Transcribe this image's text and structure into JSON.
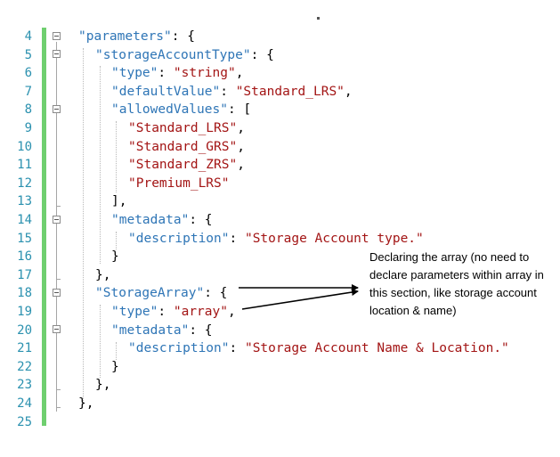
{
  "line_numbers": [
    "4",
    "5",
    "6",
    "7",
    "8",
    "9",
    "10",
    "11",
    "12",
    "13",
    "14",
    "15",
    "16",
    "17",
    "18",
    "19",
    "20",
    "21",
    "22",
    "23",
    "24",
    "25"
  ],
  "code": {
    "l4": {
      "k1": "\"parameters\"",
      "p1": ": {"
    },
    "l5": {
      "k1": "\"storageAccountType\"",
      "p1": ": {"
    },
    "l6": {
      "k1": "\"type\"",
      "p1": ": ",
      "s1": "\"string\"",
      "p2": ","
    },
    "l7": {
      "k1": "\"defaultValue\"",
      "p1": ": ",
      "s1": "\"Standard_LRS\"",
      "p2": ","
    },
    "l8": {
      "k1": "\"allowedValues\"",
      "p1": ": ["
    },
    "l9": {
      "s1": "\"Standard_LRS\"",
      "p1": ","
    },
    "l10": {
      "s1": "\"Standard_GRS\"",
      "p1": ","
    },
    "l11": {
      "s1": "\"Standard_ZRS\"",
      "p1": ","
    },
    "l12": {
      "s1": "\"Premium_LRS\""
    },
    "l13": {
      "p1": "],"
    },
    "l14": {
      "k1": "\"metadata\"",
      "p1": ": {"
    },
    "l15": {
      "k1": "\"description\"",
      "p1": ": ",
      "s1": "\"Storage Account type.\""
    },
    "l16": {
      "p1": "}"
    },
    "l17": {
      "p1": "},"
    },
    "l18": {
      "k1": "\"StorageArray\"",
      "p1": ": {"
    },
    "l19": {
      "k1": "\"type\"",
      "p1": ": ",
      "s1": "\"array\"",
      "p2": ","
    },
    "l20": {
      "k1": "\"metadata\"",
      "p1": ": {"
    },
    "l21": {
      "k1": "\"description\"",
      "p1": ": ",
      "s1": "\"Storage Account Name & Location.\""
    },
    "l22": {
      "p1": "}"
    },
    "l23": {
      "p1": "},"
    },
    "l24": {
      "p1": "},"
    },
    "l25": {}
  },
  "annotation": {
    "text": "Declaring the array (no need to declare parameters within array in this section, like storage account location & name)"
  },
  "colors": {
    "line_number": "#2b91af",
    "property": "#2e75b6",
    "string": "#a31515",
    "punctuation": "#000000",
    "change_bar": "#6fcf6f"
  },
  "icons": [
    "fold-collapse-icon",
    "arrow-icon"
  ]
}
